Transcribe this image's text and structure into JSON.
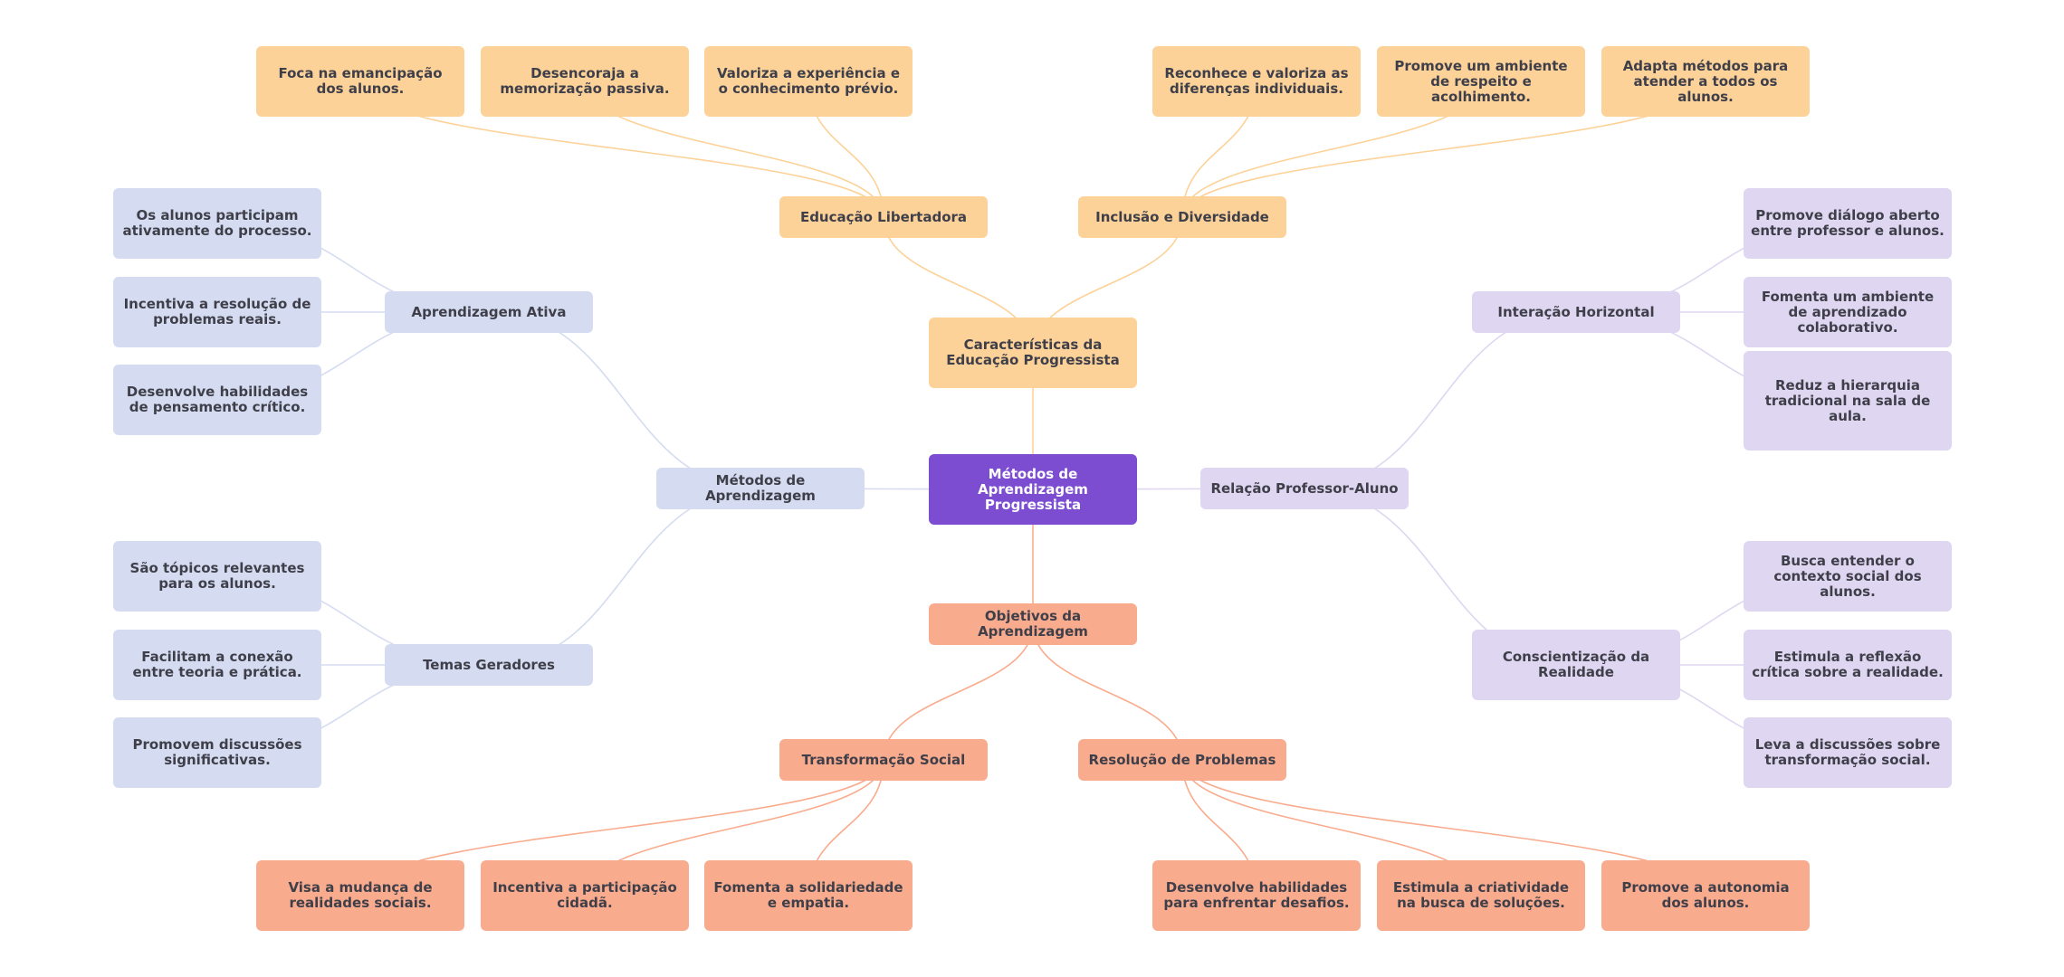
{
  "colors": {
    "root": "#7c4dd0",
    "orange": "#fcd298",
    "salmon": "#f9ab8d",
    "blue": "#d5dcf1",
    "purple": "#dfd6f1",
    "link_orange": "#fcd298",
    "link_salmon": "#f9ab8d",
    "link_blue": "#d5dcf1",
    "link_purple": "#dfd6f1"
  },
  "mindmap": {
    "root": "Métodos de Aprendizagem Progressista",
    "caracteristicas": {
      "label": "Características da Educação Progressista",
      "educacao_libertadora": {
        "label": "Educação Libertadora",
        "items": [
          "Foca na emancipação dos alunos.",
          "Desencoraja a memorização passiva.",
          "Valoriza a experiência e o conhecimento prévio."
        ]
      },
      "inclusao": {
        "label": "Inclusão e Diversidade",
        "items": [
          "Reconhece e valoriza as diferenças individuais.",
          "Promove um ambiente de respeito e acolhimento.",
          "Adapta métodos para atender a todos os alunos."
        ]
      }
    },
    "metodos": {
      "label": "Métodos de Aprendizagem",
      "aprendizagem_ativa": {
        "label": "Aprendizagem Ativa",
        "items": [
          "Os alunos participam ativamente do processo.",
          "Incentiva a resolução de problemas reais.",
          "Desenvolve habilidades de pensamento crítico."
        ]
      },
      "temas_geradores": {
        "label": "Temas Geradores",
        "items": [
          "São tópicos relevantes para os alunos.",
          "Facilitam a conexão entre teoria e prática.",
          "Promovem discussões significativas."
        ]
      }
    },
    "relacao": {
      "label": "Relação Professor-Aluno",
      "interacao": {
        "label": "Interação Horizontal",
        "items": [
          "Promove diálogo aberto entre professor e alunos.",
          "Fomenta um ambiente de aprendizado colaborativo.",
          "Reduz a hierarquia tradicional na sala de aula."
        ]
      },
      "conscientizacao": {
        "label": "Conscientização da Realidade",
        "items": [
          "Busca entender o contexto social dos alunos.",
          "Estimula a reflexão crítica sobre a realidade.",
          "Leva a discussões sobre transformação social."
        ]
      }
    },
    "objetivos": {
      "label": "Objetivos da Aprendizagem",
      "transformacao": {
        "label": "Transformação Social",
        "items": [
          "Visa a mudança de realidades sociais.",
          "Incentiva a participação cidadã.",
          "Fomenta a solidariedade e empatia."
        ]
      },
      "resolucao": {
        "label": "Resolução de Problemas",
        "items": [
          "Desenvolve habilidades para enfrentar desafios.",
          "Estimula a criatividade na busca de soluções.",
          "Promove a autonomia dos alunos."
        ]
      }
    }
  }
}
